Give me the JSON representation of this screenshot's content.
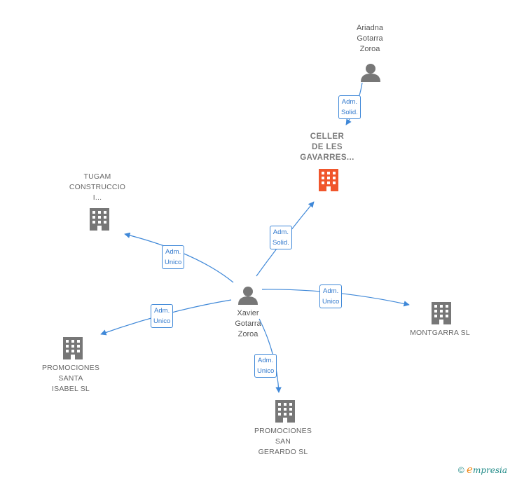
{
  "nodes": {
    "ariadna": {
      "lines": [
        "Ariadna",
        "Gotarra",
        "Zoroa"
      ]
    },
    "celler": {
      "lines": [
        "CELLER",
        "DE LES",
        "GAVARRES..."
      ]
    },
    "tugam": {
      "lines": [
        "TUGAM",
        "CONSTRUCCIO",
        "I..."
      ]
    },
    "xavier": {
      "lines": [
        "Xavier",
        "Gotarra",
        "Zoroa"
      ]
    },
    "montgarra": {
      "lines": [
        "MONTGARRA SL"
      ]
    },
    "santa_isabel": {
      "lines": [
        "PROMOCIONES",
        "SANTA",
        "ISABEL  SL"
      ]
    },
    "san_gerardo": {
      "lines": [
        "PROMOCIONES",
        "SAN",
        "GERARDO  SL"
      ]
    }
  },
  "edges": {
    "ariadna_celler": [
      "Adm.",
      "Solid."
    ],
    "xavier_celler": [
      "Adm.",
      "Solid."
    ],
    "xavier_tugam": [
      "Adm.",
      "Unico"
    ],
    "xavier_montgarra": [
      "Adm.",
      "Unico"
    ],
    "xavier_santa_isabel": [
      "Adm.",
      "Unico"
    ],
    "xavier_san_gerardo": [
      "Adm.",
      "Unico"
    ]
  },
  "footer": {
    "copyright": "©",
    "brand_e": "e",
    "brand_rest": "mpresia"
  },
  "icons": {
    "person": "person-icon",
    "company": "building-icon",
    "main_company": "building-icon-highlighted"
  },
  "colors": {
    "edge": "#3f88d8",
    "node_gray": "#777777",
    "main_company": "#f0562c",
    "footer_text": "#1f8a87",
    "footer_brand_e": "#f08a1a"
  }
}
